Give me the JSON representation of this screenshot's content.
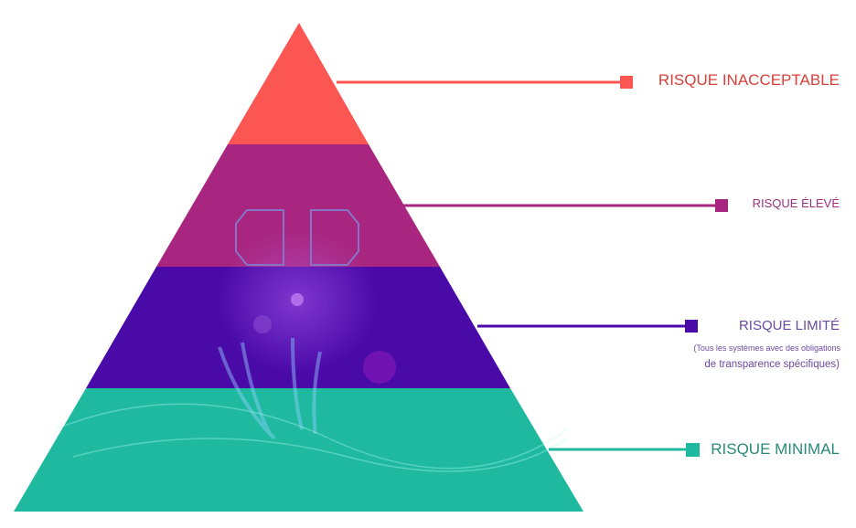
{
  "levels": [
    {
      "label": "RISQUE INACCEPTABLE",
      "color": "#fc5652",
      "text_color": "#d9403a"
    },
    {
      "label": "RISQUE ÉLEVÉ",
      "color": "#a8267f",
      "text_color": "#a0307f"
    },
    {
      "label": "RISQUE LIMITÉ",
      "color": "#4a0aa8",
      "text_color": "#6a4aa0",
      "note_line1": "(Tous les systèmes avec des obligations",
      "note_line2": "de transparence spécifiques)"
    },
    {
      "label": "RISQUE MINIMAL",
      "color": "#1fb9a0",
      "text_color": "#2a8a7a"
    }
  ]
}
